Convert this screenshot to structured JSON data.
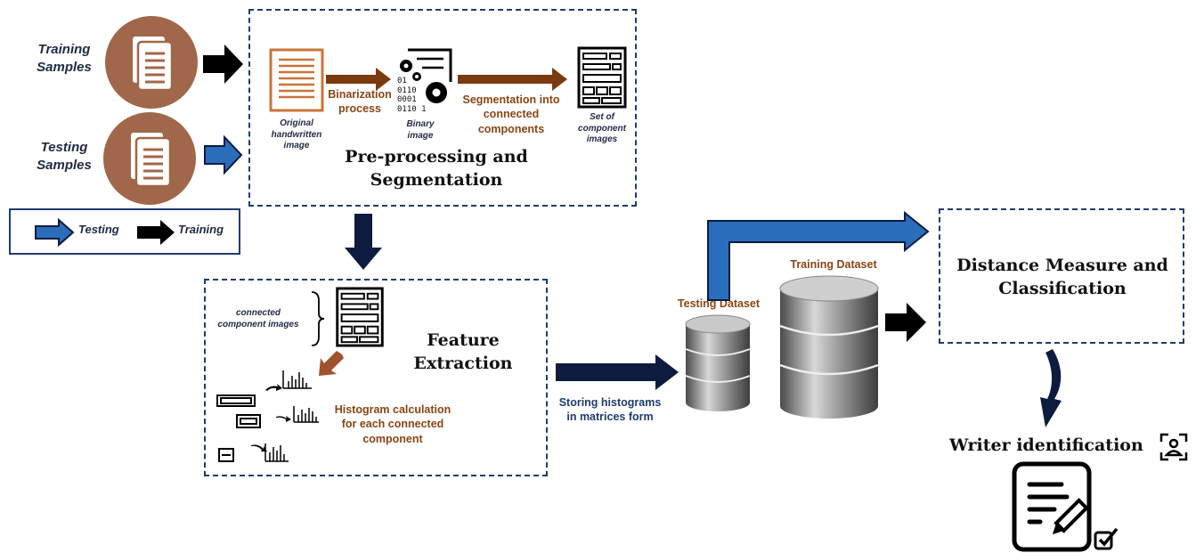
{
  "inputs": {
    "training_label_1": "Training",
    "training_label_2": "Samples",
    "testing_label_1": "Testing",
    "testing_label_2": "Samples"
  },
  "legend": {
    "testing": "Testing",
    "training": "Training"
  },
  "preprocessing": {
    "original_1": "Original",
    "original_2": "handwritten",
    "original_3": "image",
    "binarization_1": "Binarization",
    "binarization_2": "process",
    "binary_code": [
      "01",
      "0110",
      "0001",
      "0110 1"
    ],
    "binary_1": "Binary",
    "binary_2": "image",
    "segmentation_1": "Segmentation into",
    "segmentation_2": "connected components",
    "set_1": "Set of",
    "set_2": "component",
    "set_3": "images",
    "title_1": "Pre-processing and",
    "title_2": "Segmentation"
  },
  "feature": {
    "cc_label_1": "connected",
    "cc_label_2": "component images",
    "title_1": "Feature",
    "title_2": "Extraction",
    "hist_1": "Histogram calculation",
    "hist_2": "for each connected",
    "hist_3": "component"
  },
  "storage": {
    "label_1": "Storing histograms",
    "label_2": "in matrices form",
    "testing_dataset": "Testing Dataset",
    "training_dataset": "Training Dataset"
  },
  "classification": {
    "title_1": "Distance Measure and",
    "title_2": "Classification"
  },
  "output": {
    "writer_id": "Writer identification"
  },
  "colors": {
    "brown_circle": "#a0674a",
    "brown_arrow": "#7b3a0f",
    "blue_arrow": "#2a6ebb",
    "dashed_border": "#1f3c6e",
    "navy_arrow": "#0d1b3e"
  }
}
